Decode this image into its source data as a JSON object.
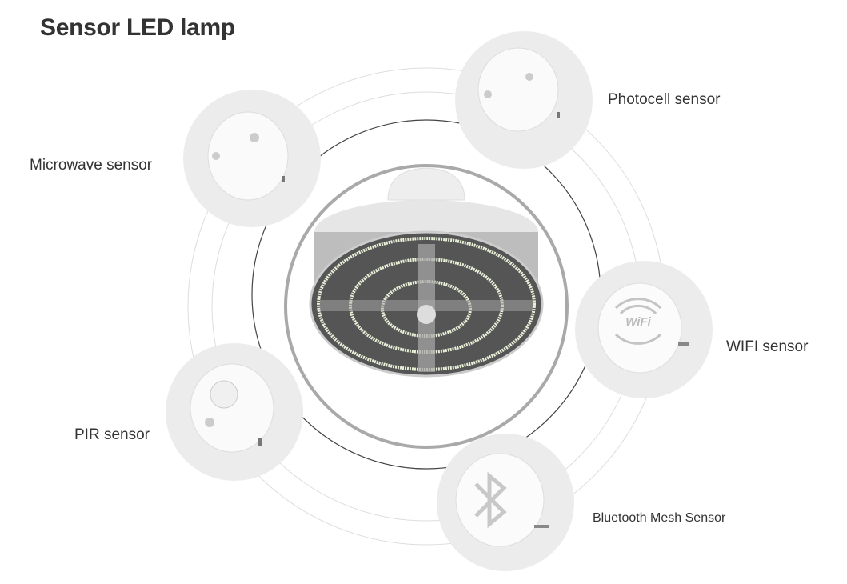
{
  "title": "Sensor LED lamp",
  "center_product": "LED lamp",
  "sensors": [
    {
      "label": "Microwave sensor",
      "icon": "microwave-sensor-icon"
    },
    {
      "label": "Photocell sensor",
      "icon": "photocell-sensor-icon"
    },
    {
      "label": "WIFI sensor",
      "icon": "wifi-sensor-icon",
      "device_text": "WiFi"
    },
    {
      "label": "PIR sensor",
      "icon": "pir-sensor-icon"
    },
    {
      "label": "Bluetooth Mesh Sensor",
      "icon": "bluetooth-sensor-icon"
    }
  ]
}
